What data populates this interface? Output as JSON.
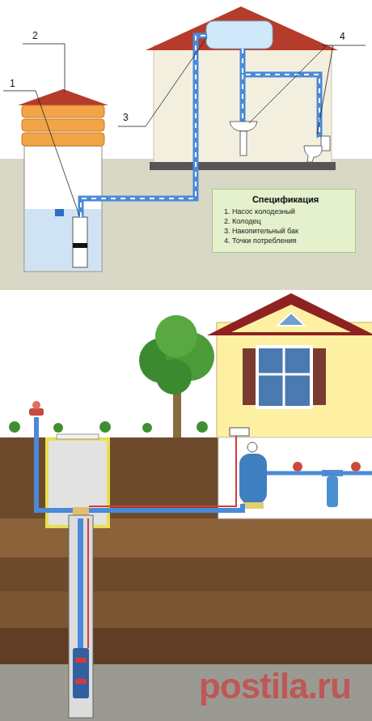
{
  "diagram": {
    "nodes": [
      {
        "text": [
          "Спецификация",
          "1. Насос колодезный",
          "2. Колодец",
          "3. Накопительный бак",
          "4. Точки потребления"
        ]
      }
    ],
    "labels": [
      "2",
      "1",
      "3",
      "4",
      "postila.ru"
    ]
  }
}
